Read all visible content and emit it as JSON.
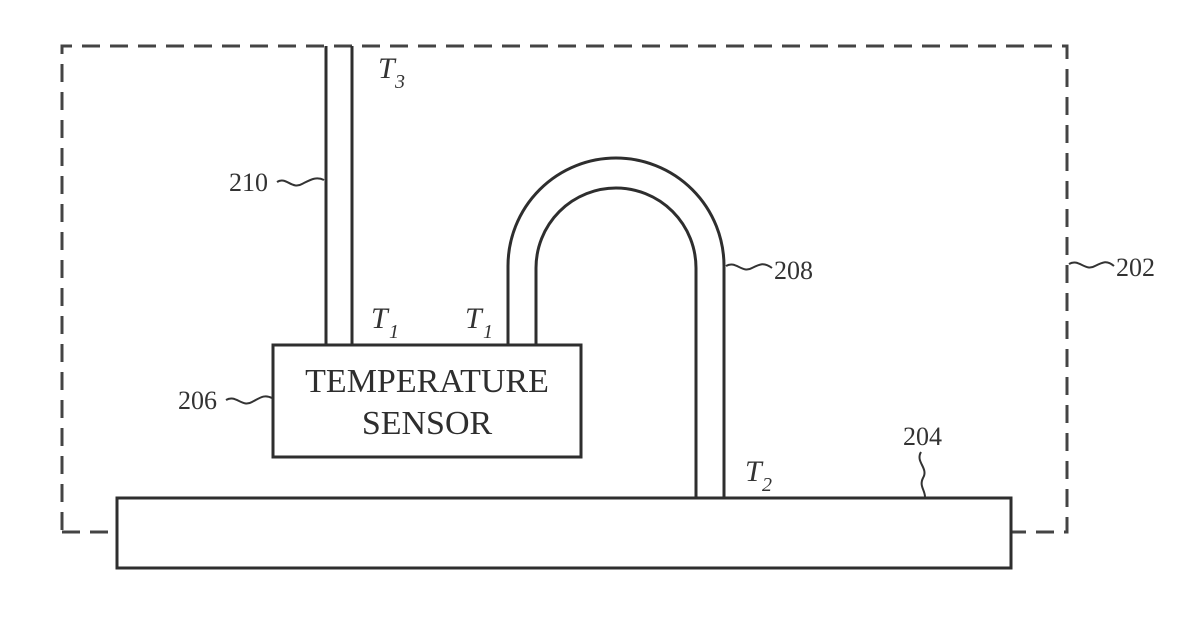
{
  "diagram": {
    "enclosure": {
      "ref": "202"
    },
    "base_plate": {
      "ref": "204"
    },
    "sensor": {
      "ref": "206",
      "line1": "TEMPERATURE",
      "line2": "SENSOR"
    },
    "loop_tube": {
      "ref": "208"
    },
    "vertical_tube": {
      "ref": "210"
    },
    "temperature_labels": {
      "t3": {
        "main": "T",
        "sub": "3"
      },
      "t1_left": {
        "main": "T",
        "sub": "1"
      },
      "t1_right": {
        "main": "T",
        "sub": "1"
      },
      "t2": {
        "main": "T",
        "sub": "2"
      }
    }
  }
}
